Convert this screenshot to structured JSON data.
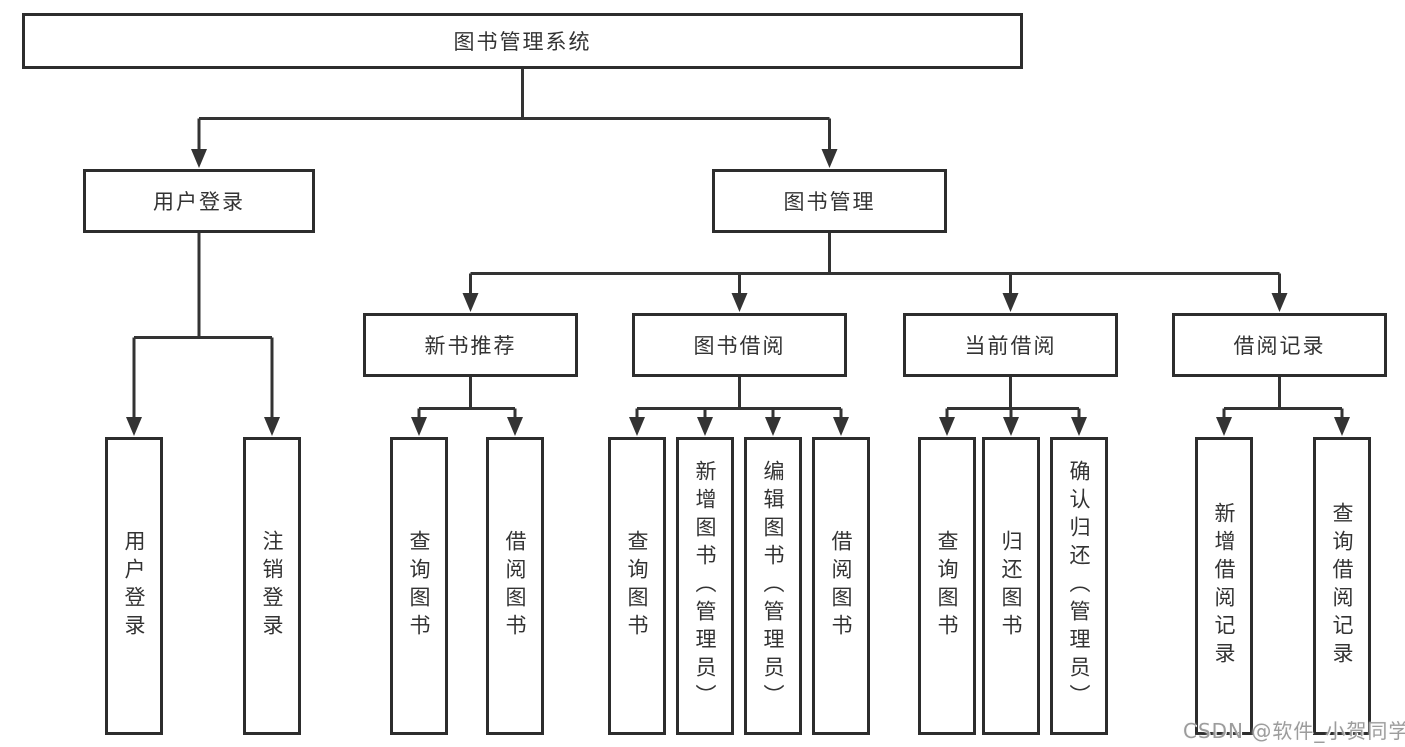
{
  "diagram_type": "hierarchy-tree",
  "tree": {
    "label": "图书管理系统",
    "children": [
      {
        "label": "用户登录",
        "children": [
          {
            "label": "用户登录"
          },
          {
            "label": "注销登录"
          }
        ]
      },
      {
        "label": "图书管理",
        "children": [
          {
            "label": "新书推荐",
            "children": [
              {
                "label": "查询图书"
              },
              {
                "label": "借阅图书"
              }
            ]
          },
          {
            "label": "图书借阅",
            "children": [
              {
                "label": "查询图书"
              },
              {
                "label": "新增图书（管理员）"
              },
              {
                "label": "编辑图书（管理员）"
              },
              {
                "label": "借阅图书"
              }
            ]
          },
          {
            "label": "当前借阅",
            "children": [
              {
                "label": "查询图书"
              },
              {
                "label": "归还图书"
              },
              {
                "label": "确认归还（管理员）"
              }
            ]
          },
          {
            "label": "借阅记录",
            "children": [
              {
                "label": "新增借阅记录"
              },
              {
                "label": "查询借阅记录"
              }
            ]
          }
        ]
      }
    ]
  },
  "watermark": {
    "text": "CSDN @软件_小贺同学"
  },
  "colors": {
    "line": "#333333",
    "box_border": "#2d2d2d",
    "text": "#333333",
    "watermark_text": "#9c9c9c",
    "background": "#ffffff"
  }
}
